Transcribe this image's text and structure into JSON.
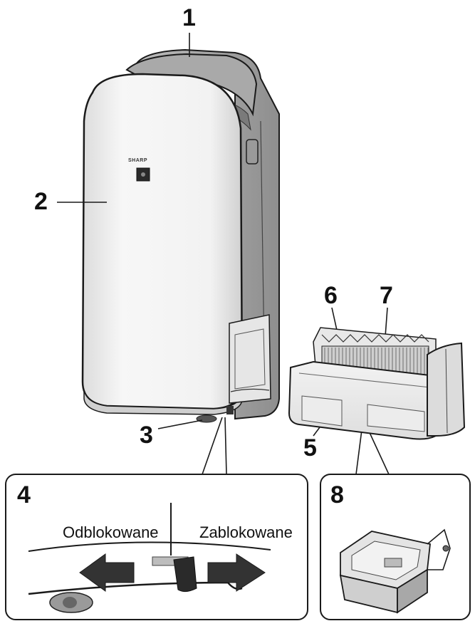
{
  "brand": "SHARP",
  "callouts": {
    "c1": "1",
    "c2": "2",
    "c3": "3",
    "c4": "4",
    "c5": "5",
    "c6": "6",
    "c7": "7",
    "c8": "8"
  },
  "detail_lock": {
    "unlocked_label": "Odblokowane",
    "locked_label": "Zablokowane"
  },
  "colors": {
    "line": "#1a1a1a",
    "body_light": "#f4f4f4",
    "shade_gray": "#9a9a9a",
    "dark_gray": "#555555",
    "arrow": "#333333"
  },
  "icons": [
    "unlock-arrow-left-icon",
    "lock-arrow-right-icon"
  ]
}
